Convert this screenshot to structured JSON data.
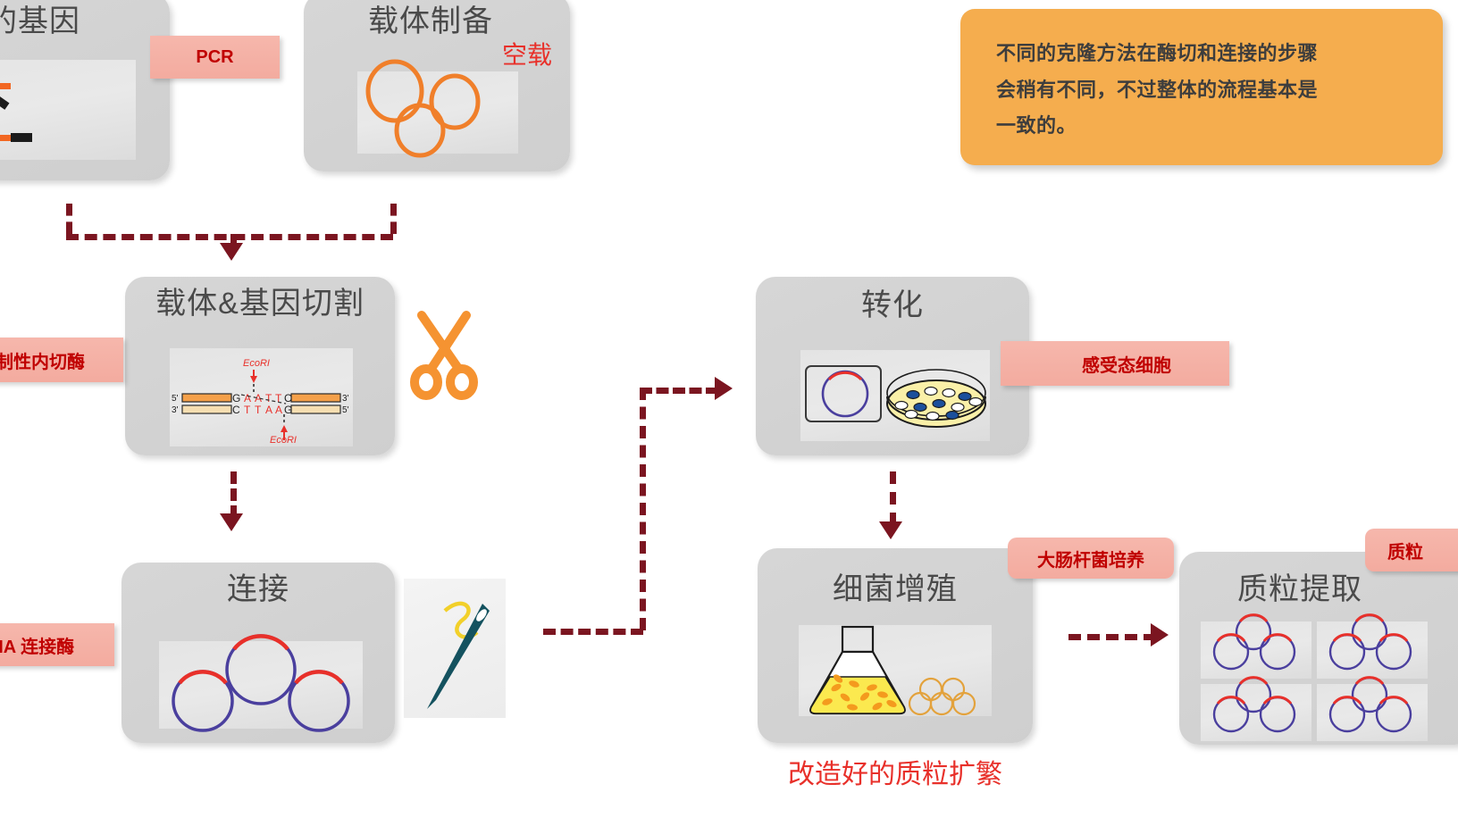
{
  "diagram": {
    "title_visible": false,
    "theme": {
      "card_bg": "#d4d4d4",
      "tag_bg": "#f4b0a4",
      "tag_text": "#c00000",
      "callout_bg": "#f5ad4e",
      "connector": "#7b1520",
      "accent_orange": "#f07f2a",
      "plasmid_blue": "#4a3f9e",
      "plasmid_red": "#e8302a"
    }
  },
  "callout": {
    "lines": [
      "不同的克隆方法在酶切和连接的步骤",
      "会稍有不同，不过整体的流程基本是",
      "一致的。"
    ]
  },
  "cards": {
    "target_gene": {
      "title": "目的基因",
      "clipped": true
    },
    "vector_prep": {
      "title": "载体制备",
      "annotation": "空载"
    },
    "digestion": {
      "title": "载体&基因切割",
      "dna": {
        "enzyme_top": "EcoRI",
        "enzyme_bottom": "EcoRI",
        "top_strand_5": "5'",
        "top_strand_3": "3'",
        "bottom_strand_3": "3'",
        "bottom_strand_5": "5'",
        "top_sequence": [
          "G",
          "A",
          "A",
          "T",
          "T",
          "C"
        ],
        "bottom_sequence": [
          "C",
          "T",
          "T",
          "A",
          "A",
          "G"
        ]
      }
    },
    "ligation": {
      "title": "连接"
    },
    "transformation": {
      "title": "转化"
    },
    "bacterial_growth": {
      "title": "细菌增殖",
      "caption": "改造好的质粒扩繁"
    },
    "plasmid_extraction": {
      "title": "质粒提取"
    }
  },
  "tags": {
    "pcr": "PCR",
    "restriction_enzyme": "限制性内切酶",
    "dna_ligase": "DNA 连接酶",
    "competent_cells": "感受态细胞",
    "ecoli_culture": "大肠杆菌培养",
    "plasmid_kit": "质粒"
  },
  "icons": {
    "scissors": "scissors-icon",
    "needle_thread": "needle-thread-icon",
    "flask": "flask-icon",
    "petri_dish": "petri-dish-icon",
    "plasmid_ring": "plasmid-ring-icon"
  }
}
